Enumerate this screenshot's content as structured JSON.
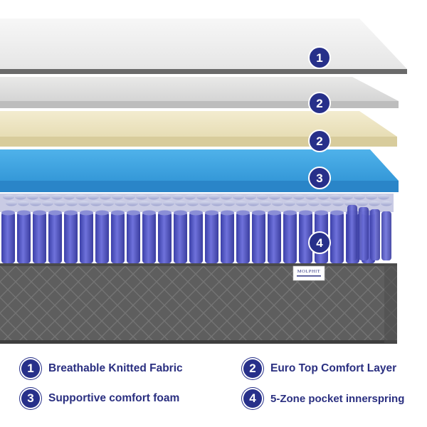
{
  "brand": {
    "label": "MOLPHIT"
  },
  "layers": [
    {
      "number": "1",
      "name": "Breathable Knitted Fabric"
    },
    {
      "number": "2",
      "name": "Euro Top Comfort Layer"
    },
    {
      "number": "2"
    },
    {
      "number": "3",
      "name": "Supportive comfort foam"
    },
    {
      "number": "4",
      "name": "5-Zone pocket innerspring"
    }
  ],
  "colors": {
    "badge": "#27308a",
    "fabric": "#f1f1f1",
    "comfort": "#dededd",
    "latex": "#eee6c3",
    "foam": "#3a9fde",
    "coil": "#4c4fbe",
    "base": "#5c5c5c"
  },
  "icons": {
    "layer_marker": "numbered-circle-icon"
  }
}
